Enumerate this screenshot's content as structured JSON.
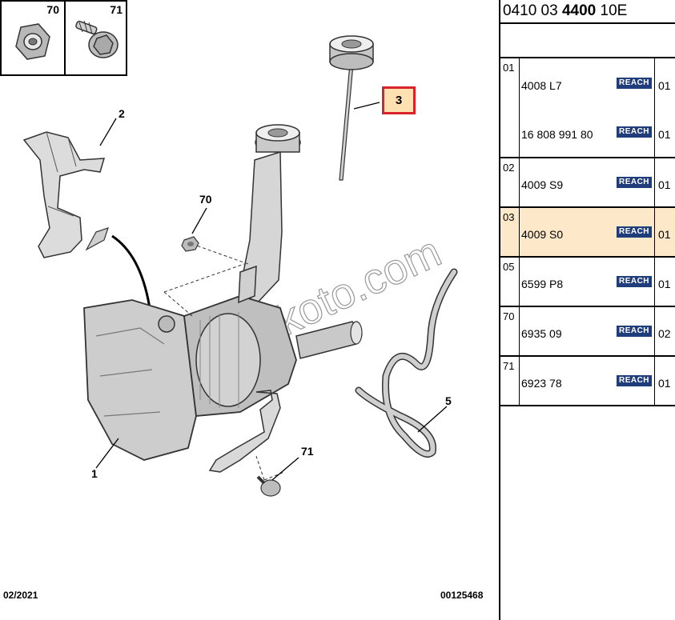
{
  "diagram": {
    "thumbnails": [
      {
        "number": "70",
        "icon": "hex-nut-icon"
      },
      {
        "number": "71",
        "icon": "flange-bolt-icon"
      }
    ],
    "callouts": {
      "c1": "1",
      "c2": "2",
      "c3": "3",
      "c5": "5",
      "c70": "70",
      "c71": "71"
    },
    "watermark": "duyukoto.com",
    "footer_date": "02/2021",
    "footer_code": "00125468"
  },
  "ref_panel": {
    "header_prefix": "0410 03",
    "header_bold": "4400",
    "header_suffix": "10E",
    "groups": [
      {
        "number": "01",
        "highlight": false,
        "parts": [
          {
            "part": "4008 L7",
            "badge": "REACH",
            "qty": "01"
          },
          {
            "part": "16 808 991 80",
            "badge": "REACH",
            "qty": "01"
          }
        ]
      },
      {
        "number": "02",
        "highlight": false,
        "parts": [
          {
            "part": "4009 S9",
            "badge": "REACH",
            "qty": "01"
          }
        ]
      },
      {
        "number": "03",
        "highlight": true,
        "parts": [
          {
            "part": "4009 S0",
            "badge": "REACH",
            "qty": "01"
          }
        ]
      },
      {
        "number": "05",
        "highlight": false,
        "parts": [
          {
            "part": "6599 P8",
            "badge": "REACH",
            "qty": "01"
          }
        ]
      },
      {
        "number": "70",
        "highlight": false,
        "parts": [
          {
            "part": "6935 09",
            "badge": "REACH",
            "qty": "02"
          }
        ]
      },
      {
        "number": "71",
        "highlight": false,
        "parts": [
          {
            "part": "6923 78",
            "badge": "REACH",
            "qty": "01"
          }
        ]
      }
    ]
  },
  "colors": {
    "highlight": "#fde8c9",
    "callout_border": "#d8232a",
    "reach_badge": "#1f3d7a"
  }
}
